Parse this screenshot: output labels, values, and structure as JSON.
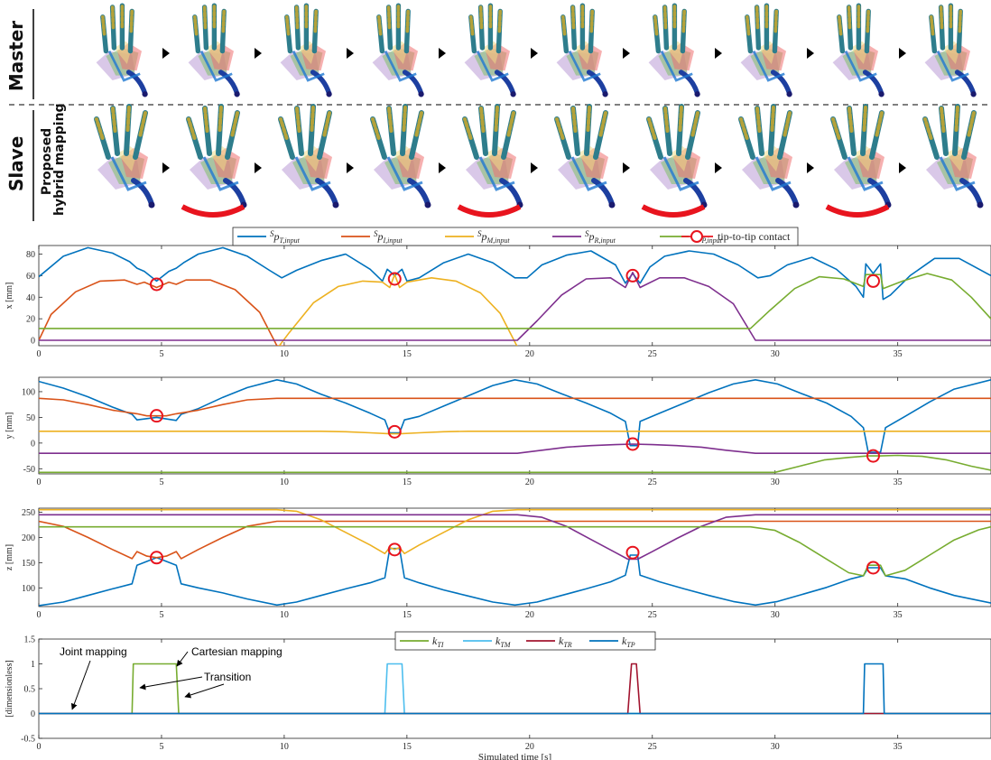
{
  "figure": {
    "row_labels": {
      "master": "Master",
      "slave": "Slave",
      "slave_sub_line1": "Proposed",
      "slave_sub_line2": "hybrid mapping"
    },
    "hand_frames_per_row": 10,
    "contact_frames_slave": [
      2,
      5,
      7,
      9
    ]
  },
  "legend_xyz": {
    "entries": [
      {
        "name": "ˢp_T,input",
        "base": "p",
        "sup": "S",
        "sub": "T,input",
        "color": "#0072BD"
      },
      {
        "name": "ˢp_I,input",
        "base": "p",
        "sup": "S",
        "sub": "I,input",
        "color": "#D95319"
      },
      {
        "name": "ˢp_M,input",
        "base": "p",
        "sup": "S",
        "sub": "M,input",
        "color": "#EDB120"
      },
      {
        "name": "ˢp_R,input",
        "base": "p",
        "sup": "S",
        "sub": "R,input",
        "color": "#7E2F8E"
      },
      {
        "name": "ˢp_P,input",
        "base": "p",
        "sup": "S",
        "sub": "P,input",
        "color": "#77AC30"
      }
    ],
    "contact_label": "tip-to-tip contact",
    "contact_color": "#E8141E"
  },
  "legend_k": {
    "entries": [
      {
        "name": "k_TI",
        "base": "k",
        "sub": "TI",
        "color": "#77AC30"
      },
      {
        "name": "k_TM",
        "base": "k",
        "sub": "TM",
        "color": "#4DBEEE"
      },
      {
        "name": "k_TR",
        "base": "k",
        "sub": "TR",
        "color": "#A2142F"
      },
      {
        "name": "k_TP",
        "base": "k",
        "sub": "TP",
        "color": "#0072BD"
      }
    ]
  },
  "annotations": {
    "joint_mapping": "Joint mapping",
    "cartesian_mapping": "Cartesian mapping",
    "transition": "Transition"
  },
  "chart_data": [
    {
      "type": "line",
      "ylabel": "x [mm]",
      "xlim": [
        0,
        38.8
      ],
      "ylim": [
        -5,
        88
      ],
      "xticks": [
        0,
        5,
        10,
        15,
        20,
        25,
        30,
        35
      ],
      "yticks": [
        0,
        20,
        40,
        60,
        80
      ],
      "contacts": [
        [
          4.8,
          52
        ],
        [
          14.5,
          57
        ],
        [
          24.2,
          60
        ],
        [
          34.0,
          55
        ]
      ],
      "series": [
        {
          "name": "ˢp_T,input",
          "color": "#0072BD",
          "x": [
            0,
            1,
            2,
            3,
            3.7,
            4.0,
            4.3,
            4.8,
            5.3,
            5.6,
            5.9,
            6.5,
            7.5,
            8.5,
            9.4,
            9.9,
            10.5,
            11.5,
            12.5,
            13.5,
            14.0,
            14.2,
            14.3,
            14.5,
            14.7,
            14.8,
            15.0,
            15.5,
            16.5,
            17.5,
            18.5,
            19.4,
            19.9,
            20.5,
            21.5,
            22.5,
            23.5,
            23.9,
            24.2,
            24.5,
            24.9,
            25.5,
            26.5,
            27.5,
            28.5,
            29.3,
            29.8,
            30.5,
            31.5,
            32.5,
            33.3,
            33.6,
            33.7,
            34.0,
            34.3,
            34.4,
            34.7,
            35.5,
            36.5,
            37.5,
            38.8
          ],
          "y": [
            59,
            78,
            86,
            81,
            73,
            67,
            64,
            55,
            64,
            67,
            72,
            80,
            86,
            78,
            65,
            58,
            65,
            74,
            80,
            66,
            55,
            66,
            64,
            60,
            64,
            66,
            55,
            58,
            72,
            80,
            72,
            58,
            58,
            70,
            79,
            83,
            70,
            53,
            62,
            53,
            68,
            78,
            83,
            80,
            70,
            58,
            60,
            70,
            77,
            66,
            50,
            40,
            71,
            62,
            71,
            38,
            42,
            60,
            76,
            76,
            60
          ]
        },
        {
          "name": "ˢp_I,input",
          "color": "#D95319",
          "x": [
            0,
            0.5,
            1.5,
            2.5,
            3.5,
            4.0,
            4.3,
            4.8,
            5.3,
            5.6,
            6.0,
            7.0,
            8.0,
            9.0,
            9.7,
            10.5,
            15,
            20,
            25,
            30,
            35,
            38.8
          ],
          "y": [
            0,
            24,
            45,
            55,
            56,
            52,
            54,
            49,
            54,
            52,
            56,
            56,
            47,
            26,
            -5,
            -6,
            -7,
            -7.5,
            -7.5,
            -7.5,
            -7.5,
            -7.5
          ]
        },
        {
          "name": "ˢp_M,input",
          "color": "#EDB120",
          "x": [
            0,
            9.7,
            10.2,
            11.2,
            12.2,
            13.2,
            14.0,
            14.3,
            14.5,
            14.7,
            15.0,
            16.0,
            17.0,
            18.0,
            18.8,
            19.5,
            20.5,
            38.8
          ],
          "y": [
            -8,
            -8,
            7,
            35,
            50,
            55,
            54,
            49,
            61,
            49,
            54,
            58,
            55,
            44,
            25,
            -6,
            -6,
            -6
          ]
        },
        {
          "name": "ˢp_R,input",
          "color": "#7E2F8E",
          "x": [
            0,
            19.5,
            20.3,
            21.3,
            22.3,
            23.3,
            23.9,
            24.2,
            24.5,
            25.3,
            26.3,
            27.3,
            28.3,
            29.2,
            30,
            38.8
          ],
          "y": [
            0,
            0,
            18,
            42,
            57,
            58,
            49,
            63,
            49,
            58,
            58,
            50,
            34,
            0,
            0,
            0
          ]
        },
        {
          "name": "ˢp_P,input",
          "color": "#77AC30",
          "x": [
            0,
            29.0,
            29.8,
            30.8,
            31.8,
            32.8,
            33.6,
            33.7,
            34.0,
            34.3,
            34.4,
            35.2,
            36.2,
            37.2,
            38.0,
            38.8
          ],
          "y": [
            11,
            11,
            28,
            48,
            59,
            57,
            50,
            61,
            61,
            61,
            48,
            55,
            62,
            56,
            40,
            20
          ]
        }
      ]
    },
    {
      "type": "line",
      "ylabel": "y [mm]",
      "xlim": [
        0,
        38.8
      ],
      "ylim": [
        -60,
        128
      ],
      "xticks": [
        0,
        5,
        10,
        15,
        20,
        25,
        30,
        35
      ],
      "yticks": [
        -50,
        0,
        50,
        100
      ],
      "contacts": [
        [
          4.8,
          53
        ],
        [
          14.5,
          22
        ],
        [
          24.2,
          -2
        ],
        [
          34.0,
          -25
        ]
      ],
      "series": [
        {
          "name": "ˢp_T,input",
          "color": "#0072BD",
          "x": [
            0,
            1,
            2,
            3,
            3.8,
            4.0,
            4.8,
            5.6,
            5.8,
            6.5,
            7.5,
            8.5,
            9.7,
            10.5,
            11.5,
            12.5,
            13.5,
            14.1,
            14.3,
            14.7,
            14.9,
            15.5,
            16.5,
            17.5,
            18.5,
            19.4,
            20.3,
            21.3,
            22.3,
            23.3,
            23.9,
            24.1,
            24.4,
            24.5,
            25.3,
            26.3,
            27.3,
            28.3,
            29.2,
            30.1,
            31.1,
            32.1,
            33.1,
            33.6,
            33.8,
            34.3,
            34.5,
            35.3,
            36.3,
            37.3,
            38.8
          ],
          "y": [
            120,
            107,
            90,
            70,
            56,
            45,
            50,
            44,
            56,
            67,
            89,
            108,
            123,
            115,
            95,
            78,
            58,
            45,
            20,
            20,
            45,
            52,
            72,
            92,
            112,
            123,
            115,
            96,
            78,
            58,
            42,
            -5,
            -5,
            42,
            58,
            78,
            98,
            115,
            123,
            115,
            96,
            78,
            52,
            30,
            -18,
            -18,
            30,
            52,
            80,
            105,
            123
          ]
        },
        {
          "name": "ˢp_I,input",
          "color": "#D95319",
          "x": [
            0,
            1,
            2,
            3,
            4.0,
            4.4,
            4.8,
            5.2,
            5.6,
            6.5,
            7.5,
            8.5,
            9.7,
            10.5,
            38.8
          ],
          "y": [
            87,
            84,
            75,
            64,
            57,
            53,
            53,
            53,
            57,
            64,
            75,
            84,
            87,
            87,
            87
          ]
        },
        {
          "name": "ˢp_M,input",
          "color": "#EDB120",
          "x": [
            0,
            9.7,
            10.5,
            11.5,
            12.5,
            13.5,
            14.3,
            14.5,
            14.7,
            15.5,
            16.5,
            17.5,
            18.5,
            19.5,
            38.8
          ],
          "y": [
            23,
            23,
            23,
            23,
            22,
            20,
            18,
            18,
            18,
            20,
            22,
            23,
            23,
            23,
            23
          ]
        },
        {
          "name": "ˢp_R,input",
          "color": "#7E2F8E",
          "x": [
            0,
            19.5,
            20.5,
            21.5,
            22.5,
            23.5,
            24.2,
            25.0,
            26.0,
            27.0,
            28.0,
            29.2,
            38.8
          ],
          "y": [
            -20,
            -20,
            -14,
            -8,
            -5,
            -3,
            -2,
            -3,
            -5,
            -8,
            -14,
            -20,
            -20
          ]
        },
        {
          "name": "ˢp_P,input",
          "color": "#77AC30",
          "x": [
            0,
            29.0,
            30.0,
            31.0,
            32.0,
            33.0,
            33.8,
            34.0,
            34.3,
            35.0,
            36.0,
            37.0,
            38.0,
            38.8
          ],
          "y": [
            -57,
            -57,
            -57,
            -45,
            -33,
            -28,
            -25,
            -25,
            -25,
            -24,
            -26,
            -33,
            -45,
            -53
          ]
        }
      ]
    },
    {
      "type": "line",
      "ylabel": "z [mm]",
      "xlim": [
        0,
        38.8
      ],
      "ylim": [
        63,
        258
      ],
      "xticks": [
        0,
        5,
        10,
        15,
        20,
        25,
        30,
        35
      ],
      "yticks": [
        100,
        150,
        200,
        250
      ],
      "contacts": [
        [
          4.8,
          160
        ],
        [
          14.5,
          176
        ],
        [
          24.2,
          170
        ],
        [
          34.0,
          140
        ]
      ],
      "series": [
        {
          "name": "ˢp_T,input",
          "color": "#0072BD",
          "x": [
            0,
            1,
            2,
            3,
            3.8,
            4.0,
            4.8,
            5.6,
            5.8,
            6.5,
            7.5,
            8.5,
            9.7,
            10.5,
            11.5,
            12.5,
            13.5,
            14.1,
            14.3,
            14.7,
            14.9,
            15.5,
            16.5,
            17.5,
            18.5,
            19.4,
            20.3,
            21.3,
            22.3,
            23.3,
            23.9,
            24.1,
            24.4,
            24.5,
            25.3,
            26.3,
            27.3,
            28.3,
            29.2,
            30.1,
            31.1,
            32.1,
            33.1,
            33.6,
            33.8,
            34.3,
            34.5,
            35.3,
            36.3,
            37.3,
            38.8
          ],
          "y": [
            65,
            72,
            85,
            98,
            108,
            145,
            160,
            145,
            108,
            100,
            90,
            78,
            66,
            72,
            85,
            98,
            110,
            120,
            178,
            178,
            120,
            110,
            96,
            84,
            72,
            66,
            72,
            85,
            98,
            112,
            125,
            165,
            165,
            125,
            112,
            98,
            85,
            73,
            66,
            73,
            87,
            101,
            118,
            124,
            140,
            140,
            124,
            118,
            100,
            85,
            70
          ]
        },
        {
          "name": "ˢp_I,input",
          "color": "#D95319",
          "x": [
            0,
            1,
            2,
            3,
            3.8,
            4.0,
            4.4,
            4.8,
            5.2,
            5.6,
            5.8,
            6.5,
            7.5,
            8.5,
            9.7,
            10.5,
            38.8
          ],
          "y": [
            232,
            222,
            200,
            176,
            158,
            172,
            163,
            160,
            163,
            172,
            158,
            176,
            200,
            222,
            232,
            232,
            232
          ]
        },
        {
          "name": "ˢp_M,input",
          "color": "#EDB120",
          "x": [
            0,
            9.7,
            10.5,
            11.5,
            12.5,
            13.5,
            14.1,
            14.3,
            14.5,
            14.7,
            14.9,
            15.5,
            16.5,
            17.5,
            18.5,
            19.5,
            20.5,
            38.8
          ],
          "y": [
            255,
            255,
            252,
            235,
            210,
            185,
            168,
            180,
            176,
            180,
            168,
            185,
            210,
            235,
            252,
            255,
            255,
            255
          ]
        },
        {
          "name": "ˢp_R,input",
          "color": "#7E2F8E",
          "x": [
            0,
            19.5,
            20.5,
            21.5,
            22.5,
            23.5,
            24.0,
            24.2,
            24.4,
            25.0,
            26.0,
            27.0,
            28.0,
            29.2,
            38.8
          ],
          "y": [
            245,
            245,
            240,
            222,
            196,
            170,
            157,
            157,
            157,
            172,
            198,
            222,
            240,
            245,
            245
          ]
        },
        {
          "name": "ˢp_P,input",
          "color": "#77AC30",
          "x": [
            0,
            29.0,
            30.0,
            31.0,
            32.0,
            33.0,
            33.6,
            33.8,
            34.3,
            34.5,
            35.3,
            36.3,
            37.3,
            38.3,
            38.8
          ],
          "y": [
            221,
            221,
            214,
            190,
            160,
            130,
            124,
            145,
            145,
            124,
            135,
            165,
            195,
            215,
            221
          ]
        }
      ]
    },
    {
      "type": "line",
      "ylabel": "[dimensionless]",
      "xlabel": "Simulated time [s]",
      "xlim": [
        0,
        38.8
      ],
      "ylim": [
        -0.5,
        1.5
      ],
      "xticks": [
        0,
        5,
        10,
        15,
        20,
        25,
        30,
        35
      ],
      "yticks": [
        -0.5,
        0,
        0.5,
        1,
        1.5
      ],
      "series": [
        {
          "name": "k_TI",
          "color": "#77AC30",
          "x": [
            0,
            3.8,
            3.85,
            5.6,
            5.7,
            38.8
          ],
          "y": [
            0,
            0,
            1,
            1,
            0,
            0
          ]
        },
        {
          "name": "k_TM",
          "color": "#4DBEEE",
          "x": [
            0,
            14.1,
            14.2,
            14.8,
            14.9,
            38.8
          ],
          "y": [
            0,
            0,
            1,
            1,
            0,
            0
          ]
        },
        {
          "name": "k_TR",
          "color": "#A2142F",
          "x": [
            0,
            24.0,
            24.15,
            24.35,
            24.5,
            38.8
          ],
          "y": [
            0,
            0,
            1,
            1,
            0,
            0
          ]
        },
        {
          "name": "k_TP",
          "color": "#0072BD",
          "x": [
            0,
            33.6,
            33.65,
            34.4,
            34.45,
            38.8
          ],
          "y": [
            0,
            0,
            1,
            1,
            0,
            0
          ]
        }
      ]
    }
  ]
}
